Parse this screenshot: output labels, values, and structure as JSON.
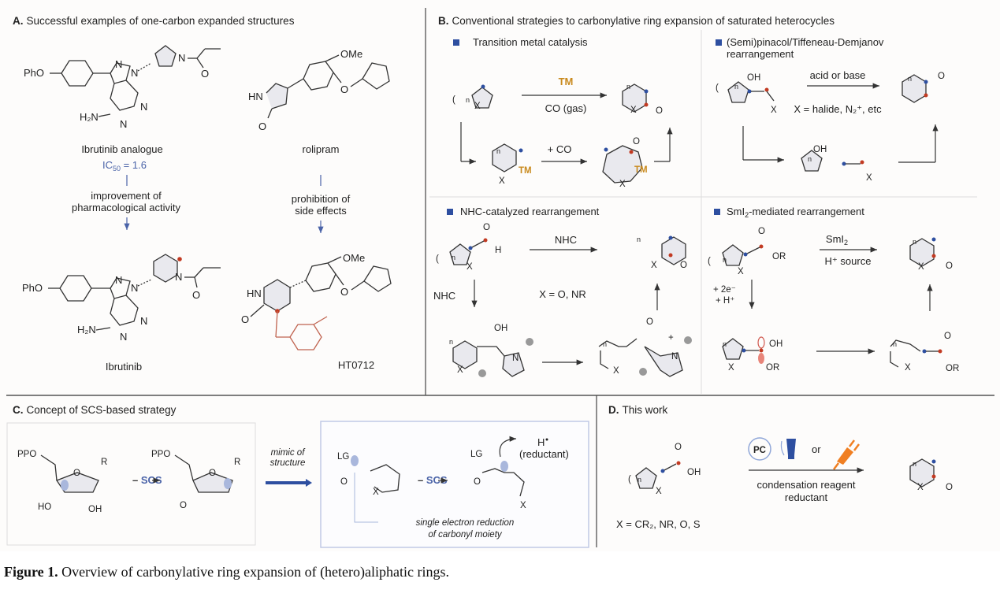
{
  "panel_a": {
    "title_letter": "A.",
    "title": "Successful examples of one-carbon expanded structures",
    "left_top_name": "Ibrutinib analogue",
    "ic50_prefix": "IC",
    "ic50_sub": "50",
    "ic50_value": " = 1.6",
    "left_effect_line1": "improvement of",
    "left_effect_line2": "pharmacological activity",
    "left_bottom_name": "Ibrutinib",
    "right_top_name": "rolipram",
    "right_effect_line1": "prohibition of",
    "right_effect_line2": "side effects",
    "right_bottom_name": "HT0712",
    "atoms": {
      "pho": "PhO",
      "h2n": "H₂N",
      "n": "N",
      "o": "O",
      "hn": "HN",
      "ome": "OMe"
    }
  },
  "panel_b": {
    "title_letter": "B.",
    "title": "Conventional strategies to carbonylative ring expansion of saturated heterocycles",
    "sub1": {
      "title": "Transition metal catalysis",
      "reagent_top": "TM",
      "reagent_bottom": "CO (gas)",
      "step_label": "+ CO",
      "tm": "TM"
    },
    "sub2": {
      "title_line1": "(Semi)pinacol/Tiffeneau-Demjanov",
      "title_line2": "rearrangement",
      "reagent_top": "acid or base",
      "reagent_bottom": "X = halide, N₂⁺, etc",
      "oh": "OH"
    },
    "sub3": {
      "title": "NHC-catalyzed rearrangement",
      "reagent_top": "NHC",
      "side_label": "NHC",
      "condition": "X = O, NR",
      "oh": "OH"
    },
    "sub4": {
      "title_pre": "SmI",
      "title_sub": "2",
      "title_post": "-mediated rearrangement",
      "reagent_top_pre": "SmI",
      "reagent_top_sub": "2",
      "reagent_bottom": "H⁺ source",
      "side_label_line1": "+ 2e⁻",
      "side_label_line2": "+ H⁺",
      "or": "OR",
      "oh": "OH"
    }
  },
  "panel_c": {
    "title_letter": "C.",
    "title": "Concept of SCS-based strategy",
    "scs": "SCS",
    "mimic_line1": "mimic of",
    "mimic_line2": "structure",
    "note_line1": "single electron reduction",
    "note_line2": "of carbonyl moiety",
    "h_radical": "H",
    "reductant": "(reductant)",
    "atoms": {
      "ppo": "PPO",
      "r": "R",
      "o": "O",
      "ho": "HO",
      "oh": "OH",
      "lg": "LG",
      "x": "X"
    }
  },
  "panel_d": {
    "title_letter": "D.",
    "title": "This work",
    "pc": "PC",
    "or": "or",
    "cond_line1": "condensation reagent",
    "cond_line2": "reductant",
    "scope": "X = CR₂, NR, O, S",
    "oh": "OH"
  },
  "caption": {
    "label": "Figure 1.",
    "text": " Overview of carbonylative ring expansion of (hetero)aliphatic rings."
  },
  "colors": {
    "accent_blue": "#2e4fa0",
    "accent_red": "#c23a22",
    "tm_orange": "#c98a1e",
    "plug_orange": "#f07f22",
    "ic50_blue": "#4a63a8"
  }
}
